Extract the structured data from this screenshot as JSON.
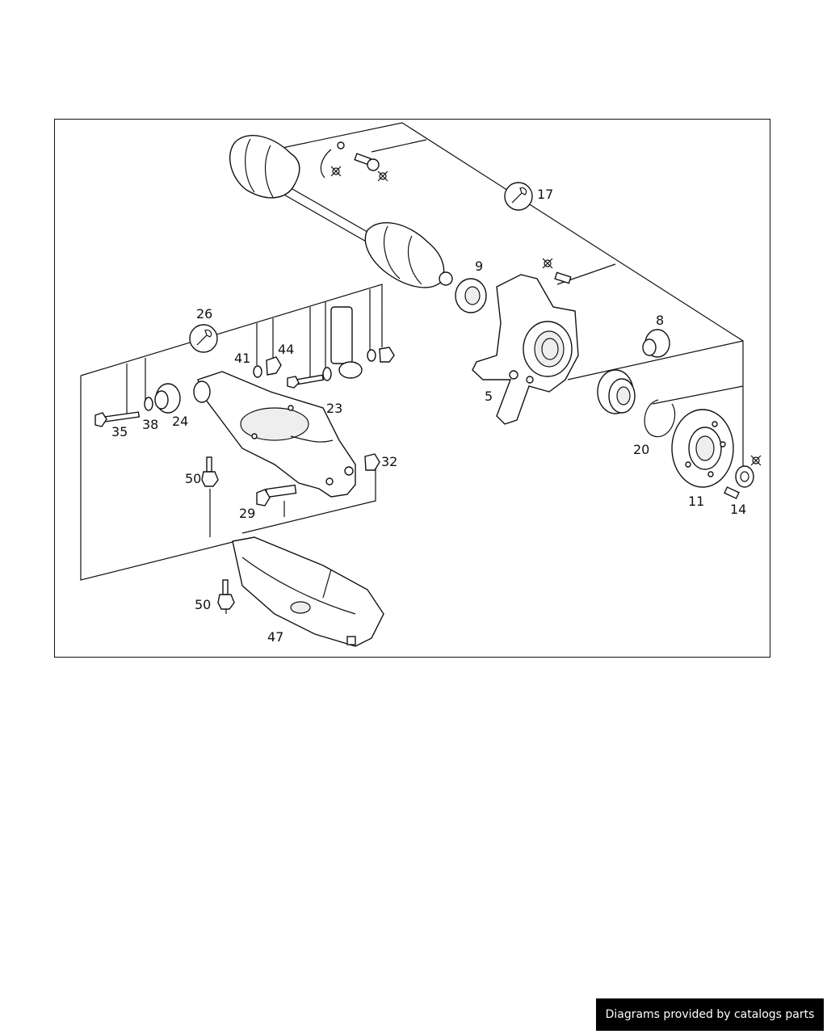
{
  "diagram": {
    "callouts": {
      "p5": "5",
      "p8": "8",
      "p9": "9",
      "p11": "11",
      "p14": "14",
      "p17": "17",
      "p20": "20",
      "p23": "23",
      "p24": "24",
      "p26": "26",
      "p29": "29",
      "p32": "32",
      "p35": "35",
      "p38": "38",
      "p41": "41",
      "p44": "44",
      "p47": "47",
      "p50a": "50",
      "p50b": "50"
    },
    "icons": [
      "wrench-icon",
      "replace-part-icon"
    ]
  },
  "footer": {
    "text": "Diagrams provided by catalogs parts"
  }
}
